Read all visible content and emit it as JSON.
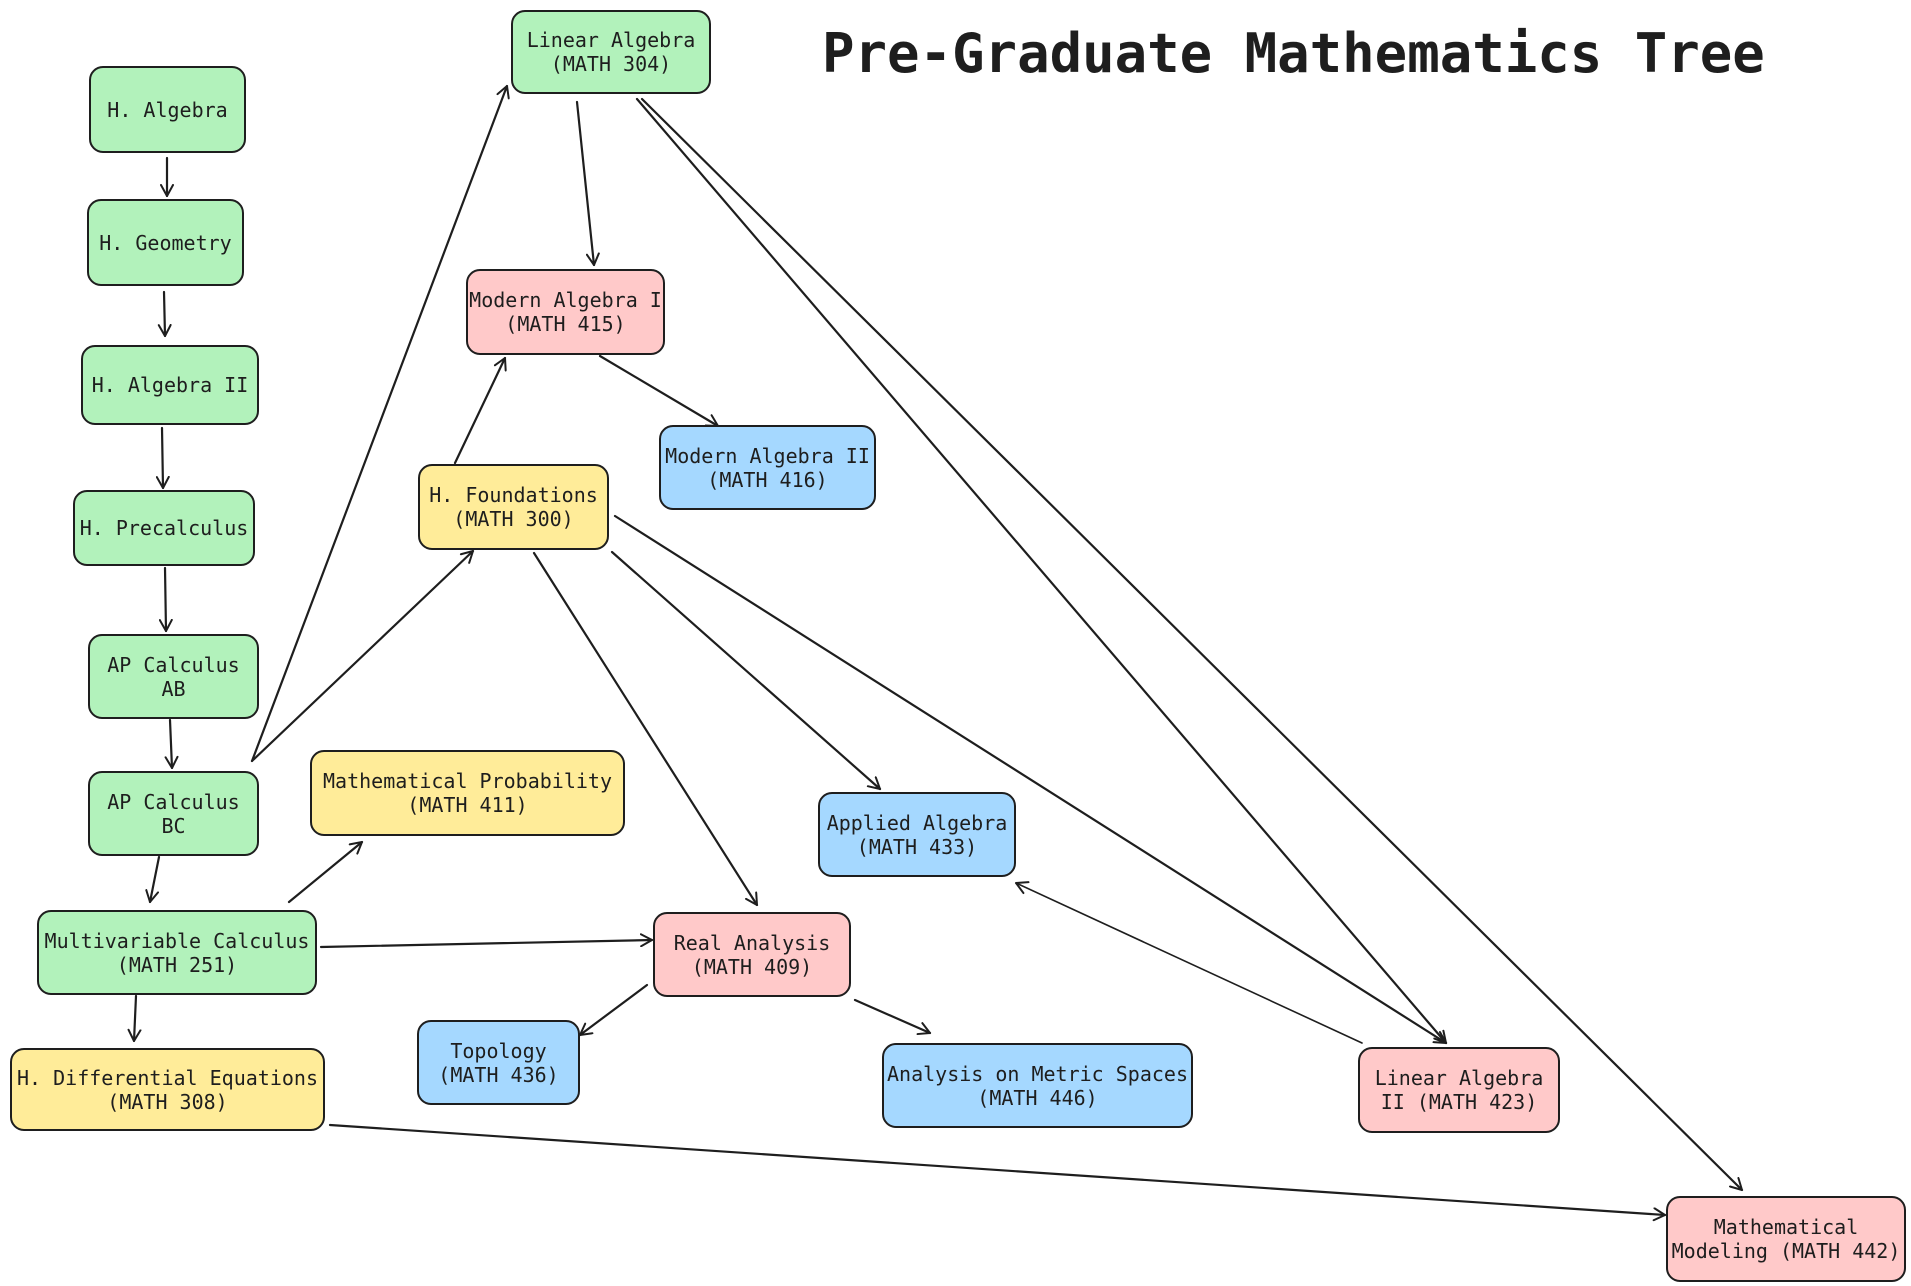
{
  "title": "Pre-Graduate Mathematics Tree",
  "colors": {
    "green": "#b2f2bb",
    "yellow": "#ffec99",
    "red": "#ffc9c9",
    "blue": "#a5d8ff",
    "stroke": "#1e1e1e"
  },
  "nodes": {
    "h_algebra": {
      "line1": "H. Algebra",
      "line2": ""
    },
    "h_geometry": {
      "line1": "H. Geometry",
      "line2": ""
    },
    "h_algebra_ii": {
      "line1": "H. Algebra II",
      "line2": ""
    },
    "h_precalculus": {
      "line1": "H. Precalculus",
      "line2": ""
    },
    "ap_calc_ab": {
      "line1": "AP Calculus",
      "line2": "AB"
    },
    "ap_calc_bc": {
      "line1": "AP Calculus",
      "line2": "BC"
    },
    "multivariable": {
      "line1": "Multivariable Calculus",
      "line2": "(MATH 251)"
    },
    "h_diff_eq": {
      "line1": "H. Differential Equations",
      "line2": "(MATH 308)"
    },
    "linear_algebra": {
      "line1": "Linear Algebra",
      "line2": "(MATH 304)"
    },
    "modern_algebra_i": {
      "line1": "Modern Algebra I",
      "line2": "(MATH 415)"
    },
    "modern_algebra_ii": {
      "line1": "Modern Algebra II",
      "line2": "(MATH 416)"
    },
    "h_foundations": {
      "line1": "H. Foundations",
      "line2": "(MATH 300)"
    },
    "math_probability": {
      "line1": "Mathematical Probability",
      "line2": "(MATH 411)"
    },
    "applied_algebra": {
      "line1": "Applied Algebra",
      "line2": "(MATH 433)"
    },
    "real_analysis": {
      "line1": "Real Analysis",
      "line2": "(MATH 409)"
    },
    "topology": {
      "line1": "Topology",
      "line2": "(MATH 436)"
    },
    "metric_spaces": {
      "line1": "Analysis on Metric Spaces",
      "line2": "(MATH 446)"
    },
    "linear_algebra_ii": {
      "line1": "Linear Algebra",
      "line2": "II (MATH 423)"
    },
    "math_modeling": {
      "line1": "Mathematical",
      "line2": "Modeling (MATH 442)"
    }
  },
  "edges": [
    {
      "from": "h_algebra",
      "to": "h_geometry"
    },
    {
      "from": "h_geometry",
      "to": "h_algebra_ii"
    },
    {
      "from": "h_algebra_ii",
      "to": "h_precalculus"
    },
    {
      "from": "h_precalculus",
      "to": "ap_calc_ab"
    },
    {
      "from": "ap_calc_ab",
      "to": "ap_calc_bc"
    },
    {
      "from": "ap_calc_bc",
      "to": "multivariable"
    },
    {
      "from": "multivariable",
      "to": "h_diff_eq"
    },
    {
      "from": "ap_calc_bc",
      "to": "linear_algebra"
    },
    {
      "from": "ap_calc_bc",
      "to": "h_foundations"
    },
    {
      "from": "multivariable",
      "to": "math_probability"
    },
    {
      "from": "multivariable",
      "to": "real_analysis"
    },
    {
      "from": "linear_algebra",
      "to": "modern_algebra_i"
    },
    {
      "from": "linear_algebra",
      "to": "linear_algebra_ii"
    },
    {
      "from": "linear_algebra",
      "to": "math_modeling"
    },
    {
      "from": "h_foundations",
      "to": "modern_algebra_i"
    },
    {
      "from": "modern_algebra_i",
      "to": "modern_algebra_ii"
    },
    {
      "from": "h_foundations",
      "to": "real_analysis"
    },
    {
      "from": "h_foundations",
      "to": "applied_algebra"
    },
    {
      "from": "h_foundations",
      "to": "linear_algebra_ii"
    },
    {
      "from": "linear_algebra_ii",
      "to": "applied_algebra"
    },
    {
      "from": "real_analysis",
      "to": "topology"
    },
    {
      "from": "real_analysis",
      "to": "metric_spaces"
    },
    {
      "from": "h_diff_eq",
      "to": "math_modeling"
    }
  ]
}
